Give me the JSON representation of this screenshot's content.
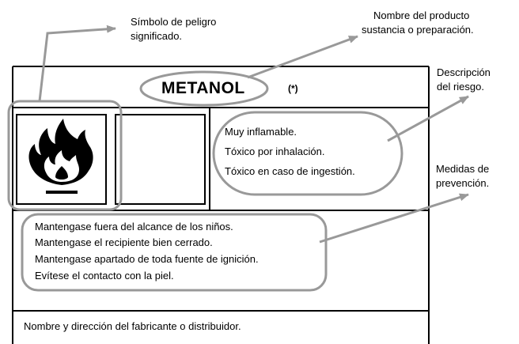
{
  "label": {
    "product_name": "METANOL",
    "asterisk": "(*)",
    "risk_phrases": [
      "Muy inflamable.",
      "Tóxico por inhalación.",
      "Tóxico en caso de ingestión."
    ],
    "safety_phrases": [
      "Mantengase fuera del alcance de los niños.",
      "Mantengase el recipiente bien cerrado.",
      "Mantengase apartado de toda fuente de ignición.",
      "Evítese el contacto con la piel."
    ],
    "manufacturer": "Nombre y dirección del fabricante o distribuidor.",
    "hazard_symbol": "flame-icon"
  },
  "callouts": {
    "symbol": [
      "Símbolo de peligro",
      "significado."
    ],
    "product": [
      "Nombre del producto",
      "sustancia o preparación."
    ],
    "risk": [
      "Descripción",
      "del riesgo."
    ],
    "prevention": [
      "Medidas de",
      "prevención."
    ]
  },
  "colors": {
    "line": "#000000",
    "annotation": "#999999"
  }
}
